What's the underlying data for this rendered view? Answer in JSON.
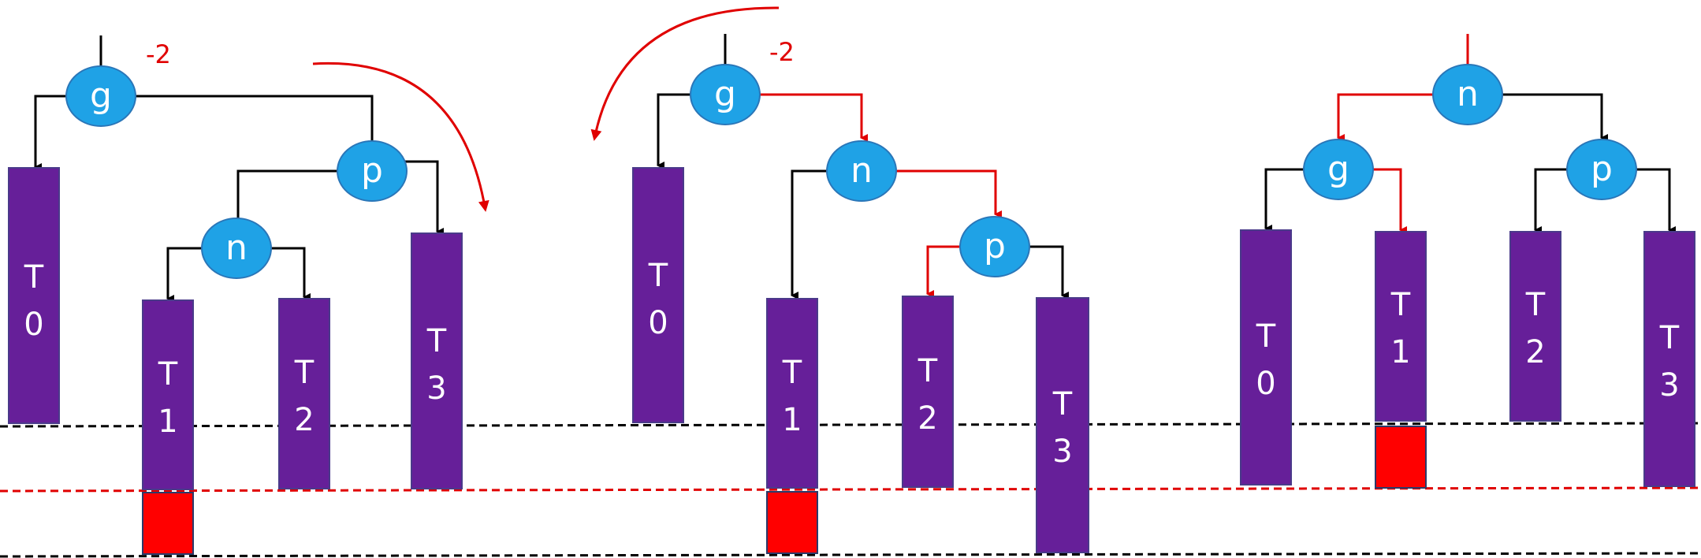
{
  "colors": {
    "node": "#1FA2E6",
    "subtree": "#661F99",
    "edge": "#000000",
    "highlight": "#E00000",
    "overflow": "#FF0000"
  },
  "panel1": {
    "balance": "-2",
    "nodes": {
      "g": "g",
      "p": "p",
      "n": "n"
    },
    "subtrees": {
      "t0": [
        "T",
        "0"
      ],
      "t1": [
        "T",
        "1"
      ],
      "t2": [
        "T",
        "2"
      ],
      "t3": [
        "T",
        "3"
      ]
    }
  },
  "panel2": {
    "balance": "-2",
    "nodes": {
      "g": "g",
      "n": "n",
      "p": "p"
    },
    "subtrees": {
      "t0": [
        "T",
        "0"
      ],
      "t1": [
        "T",
        "1"
      ],
      "t2": [
        "T",
        "2"
      ],
      "t3": [
        "T",
        "3"
      ]
    }
  },
  "panel3": {
    "nodes": {
      "n": "n",
      "g": "g",
      "p": "p"
    },
    "subtrees": {
      "t0": [
        "T",
        "0"
      ],
      "t1": [
        "T",
        "1"
      ],
      "t2": [
        "T",
        "2"
      ],
      "t3": [
        "T",
        "3"
      ]
    }
  }
}
